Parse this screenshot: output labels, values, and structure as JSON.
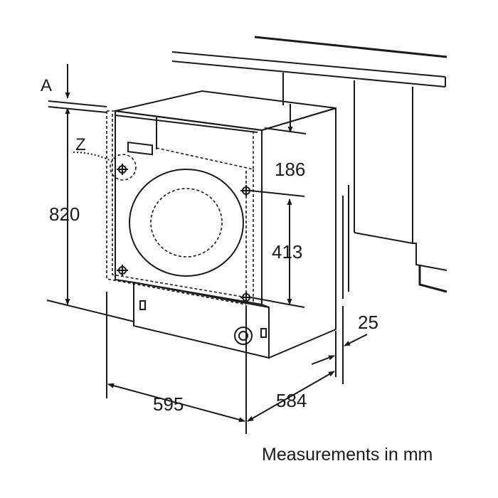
{
  "labels": {
    "marker_a": "A",
    "marker_z": "Z",
    "height": "820",
    "top_offset": "186",
    "mount_spacing": "413",
    "width": "595",
    "depth": "584",
    "gap": "25"
  },
  "caption": "Measurements in mm"
}
